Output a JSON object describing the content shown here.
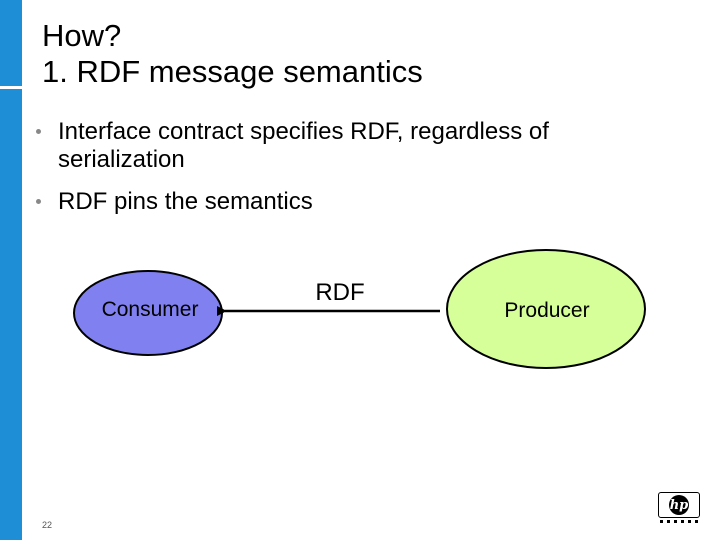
{
  "slide": {
    "title_line1": "How?",
    "title_line2": "1. RDF message semantics",
    "bullets": [
      "Interface contract specifies RDF, regardless of serialization",
      "RDF pins the semantics"
    ],
    "page_number": "22"
  },
  "diagram": {
    "consumer_label": "Consumer",
    "producer_label": "Producer",
    "arrow_label": "RDF"
  },
  "colors": {
    "accent_bar": "#1e8ed6",
    "consumer_fill": "#8080f0",
    "producer_fill": "#d6ff99"
  },
  "logo": {
    "icon": "hp-logo-icon",
    "text": "hp"
  }
}
